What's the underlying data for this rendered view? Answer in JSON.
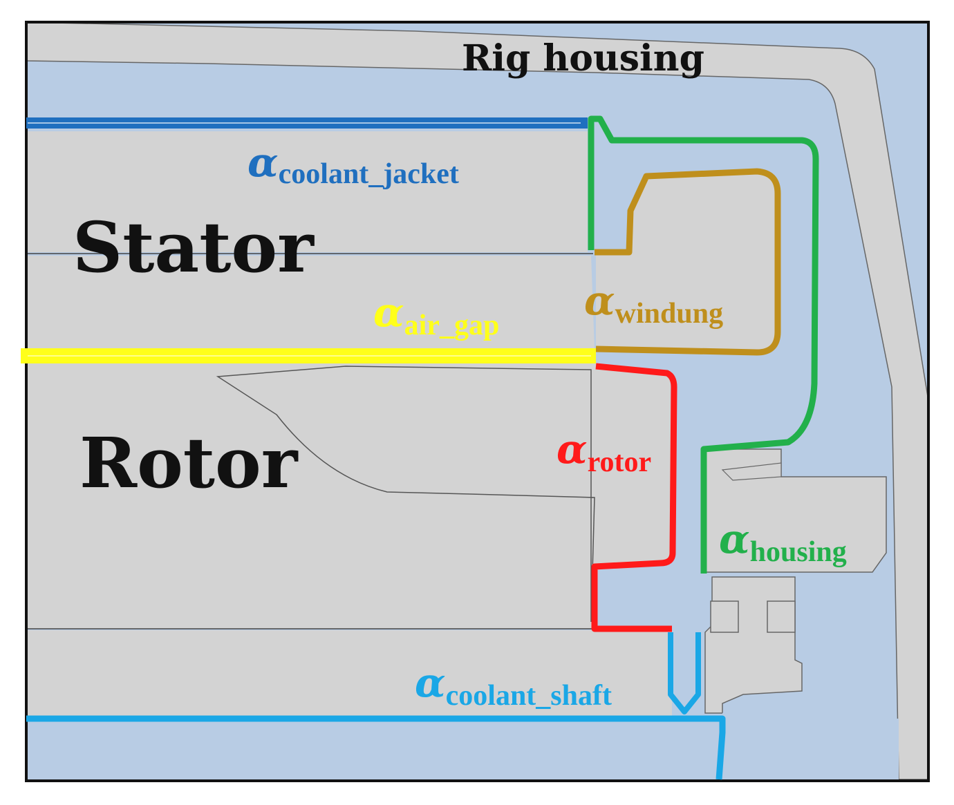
{
  "labels": {
    "rig_housing": "Rig housing",
    "stator": "Stator",
    "rotor": "Rotor"
  },
  "coefficients": {
    "symbol": "α",
    "coolant_jacket": "coolant_jacket",
    "air_gap": "air_gap",
    "windung": "windung",
    "rotor": "rotor",
    "housing": "housing",
    "coolant_shaft": "coolant_shaft"
  },
  "colors": {
    "solid": "#d3d3d3",
    "fluid": "#b8cce4",
    "coolant_jacket": "#1f6fbf",
    "air_gap": "#ffff1a",
    "windung": "#bf8f1c",
    "rotor": "#ff1a1a",
    "housing": "#22b04b",
    "coolant_shaft": "#1aa7e6"
  }
}
